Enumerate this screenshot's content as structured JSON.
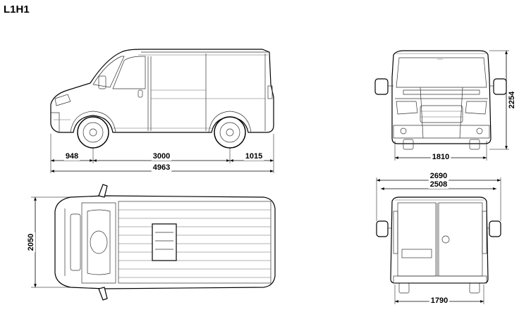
{
  "title": "L1H1",
  "side_view": {
    "dim_front_overhang": "948",
    "dim_wheelbase": "3000",
    "dim_rear_overhang": "1015",
    "dim_total_length": "4963"
  },
  "front_view": {
    "dim_height": "2254",
    "dim_front_track": "1810"
  },
  "top_view": {
    "dim_width": "2050"
  },
  "rear_view": {
    "dim_width_mirrors": "2690",
    "dim_width_mirrors_folded": "2508",
    "dim_rear_track": "1790"
  }
}
